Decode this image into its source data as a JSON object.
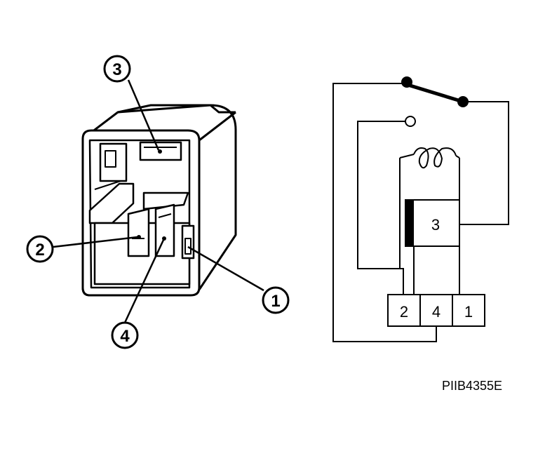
{
  "relay_callouts": {
    "c1": "1",
    "c2": "2",
    "c3": "3",
    "c4": "4"
  },
  "schematic": {
    "coil_block_label": "3",
    "terminal_labels": [
      "2",
      "4",
      "1"
    ]
  },
  "figure_code": "PIIB4355E"
}
